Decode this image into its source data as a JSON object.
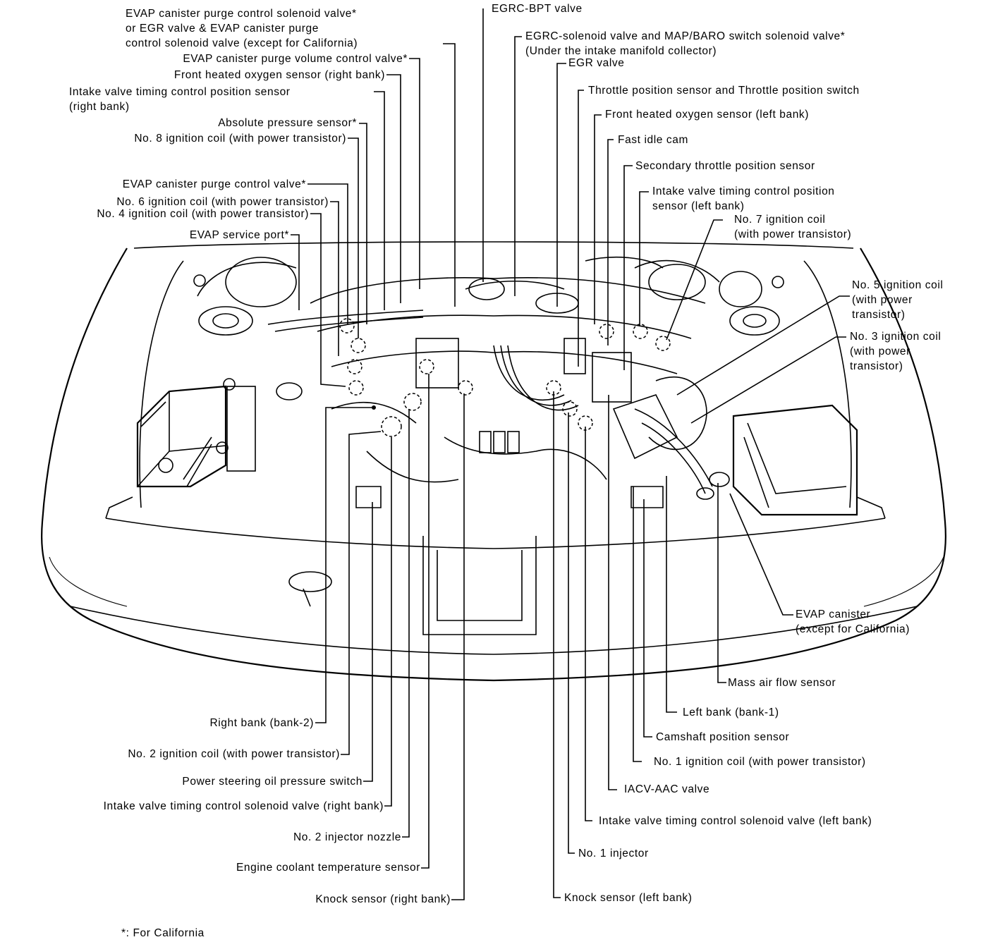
{
  "labels_left": {
    "evap_purge_solenoid": "EVAP canister purge control solenoid valve*\nor EGR valve & EVAP canister purge\ncontrol solenoid valve (except for California)",
    "evap_purge_volume": "EVAP canister purge volume control valve*",
    "front_o2_right": "Front heated oxygen sensor (right bank)",
    "ivtc_position_right": "Intake valve timing control position sensor\n(right bank)",
    "absolute_pressure": "Absolute pressure sensor*",
    "no8_coil": "No. 8 ignition coil (with power transistor)",
    "evap_purge_control": "EVAP canister purge control valve*",
    "no6_coil": "No. 6 ignition coil (with power transistor)",
    "no4_coil": "No. 4 ignition coil (with power transistor)",
    "evap_service_port": "EVAP service port*",
    "right_bank": "Right bank (bank-2)",
    "no2_coil": "No. 2 ignition coil (with power transistor)",
    "ps_oil_pressure": "Power steering oil pressure switch",
    "ivtc_solenoid_right": "Intake valve timing control solenoid valve (right bank)",
    "no2_injector": "No. 2 injector nozzle",
    "coolant_temp": "Engine coolant temperature sensor",
    "knock_right": "Knock sensor (right bank)"
  },
  "labels_right": {
    "egrc_bpt": "EGRC-BPT valve",
    "egrc_solenoid": "EGRC-solenoid valve and MAP/BARO switch solenoid valve*\n(Under the intake manifold collector)",
    "egr_valve": "EGR valve",
    "throttle_position": "Throttle position sensor and Throttle position switch",
    "front_o2_left": "Front heated oxygen sensor (left bank)",
    "fast_idle_cam": "Fast idle cam",
    "secondary_throttle": "Secondary throttle position sensor",
    "ivtc_position_left": "Intake valve timing control position\nsensor (left bank)",
    "no7_coil": "No. 7 ignition coil\n(with power transistor)",
    "no5_coil": "No. 5 ignition coil\n(with power\ntransistor)",
    "no3_coil": "No. 3 ignition coil\n(with power\ntransistor)",
    "evap_canister": "EVAP canister\n(except for California)",
    "maf": "Mass air flow sensor",
    "left_bank": "Left bank (bank-1)",
    "camshaft": "Camshaft position sensor",
    "no1_coil": "No. 1 ignition coil (with power transistor)",
    "iacv": "IACV-AAC valve",
    "ivtc_solenoid_left": "Intake valve timing control solenoid valve (left bank)",
    "no1_injector": "No. 1 injector",
    "knock_left": "Knock sensor (left bank)"
  },
  "footnote": "*: For California"
}
